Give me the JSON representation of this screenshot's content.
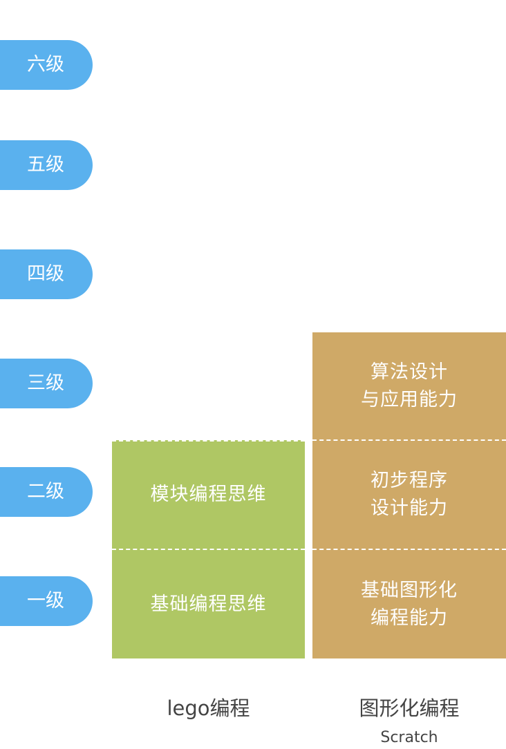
{
  "levels": [
    "六级",
    "五级",
    "四级",
    "三级",
    "二级",
    "一级"
  ],
  "lego": {
    "cells": [
      "模块编程思维",
      "基础编程思维"
    ],
    "title": "lego编程"
  },
  "scratch": {
    "cells": [
      [
        "算法设计",
        "与应用能力"
      ],
      [
        "初步程序",
        "设计能力"
      ],
      [
        "基础图形化",
        "编程能力"
      ]
    ],
    "title": "图形化编程",
    "subtitle": "Scratch"
  },
  "colors": {
    "level_pill": "#5ab1ee",
    "lego_column": "#afc764",
    "scratch_column": "#cfa967"
  }
}
